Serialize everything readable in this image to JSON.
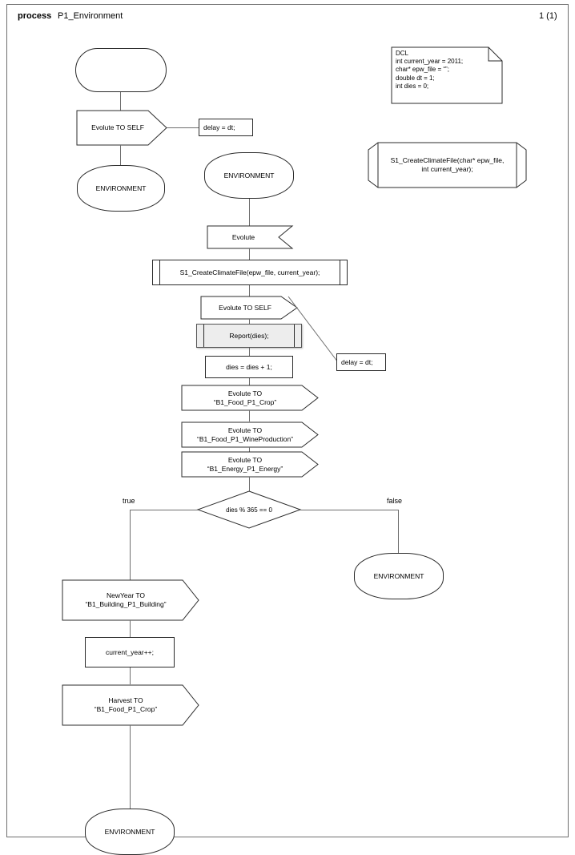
{
  "header": {
    "keyword": "process",
    "name": "P1_Environment",
    "page": "1 (1)"
  },
  "colors": {
    "line": "#6e6e6e",
    "shape_stroke": "#2b2b2b",
    "selected_fill": "#ededed",
    "background": "#ffffff"
  },
  "declaration_note": {
    "name": "dcl-note",
    "lines": "DCL\nint current_year = 2011;\nchar* epw_file = “”;\ndouble dt = 1;\nint dies = 0;"
  },
  "procedure_declaration": {
    "name": "procedure-declaration",
    "text": "S1_CreateClimateFile(char* epw_file,\nint current_year);"
  },
  "symbols": {
    "start": {
      "label": ""
    },
    "output_evolute_self_1": {
      "label": "Evolute TO SELF"
    },
    "delay_1": {
      "label": "delay = dt;"
    },
    "state_environment_1": {
      "label": "ENVIRONMENT"
    },
    "state_environment_2": {
      "label": "ENVIRONMENT"
    },
    "input_evolute": {
      "label": "Evolute"
    },
    "call_create_climate_file": {
      "label": "S1_CreateClimateFile(epw_file, current_year);"
    },
    "output_evolute_self_2": {
      "label": "Evolute TO SELF"
    },
    "delay_2": {
      "label": "delay = dt;"
    },
    "call_report": {
      "label": "Report(dies);"
    },
    "task_dies_increment": {
      "label": "dies = dies + 1;"
    },
    "output_evolute_crop": {
      "label": "Evolute TO\n“B1_Food_P1_Crop”"
    },
    "output_evolute_wine": {
      "label": "Evolute TO\n“B1_Food_P1_WineProduction”"
    },
    "output_evolute_energy": {
      "label": "Evolute TO\n“B1_Energy_P1_Energy”"
    },
    "decision": {
      "label": "dies % 365 == 0"
    },
    "branch_true": {
      "label": "true"
    },
    "branch_false": {
      "label": "false"
    },
    "state_environment_false": {
      "label": "ENVIRONMENT"
    },
    "output_newyear_building": {
      "label": "NewYear TO\n“B1_Building_P1_Building”"
    },
    "task_year_increment": {
      "label": "current_year++;"
    },
    "output_harvest_crop": {
      "label": "Harvest TO\n“B1_Food_P1_Crop”"
    },
    "state_environment_end": {
      "label": "ENVIRONMENT"
    }
  }
}
